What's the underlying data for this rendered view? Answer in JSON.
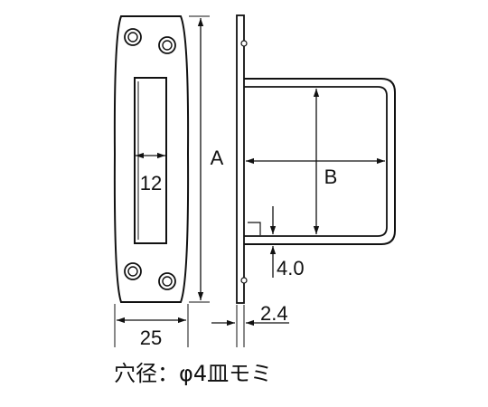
{
  "labels": {
    "height": "A",
    "width": "B",
    "slot_width": "12",
    "plate_width": "25",
    "plate_thickness": "2.4",
    "bracket_gap": "4.0"
  },
  "caption": "穴径：φ4皿モミ"
}
